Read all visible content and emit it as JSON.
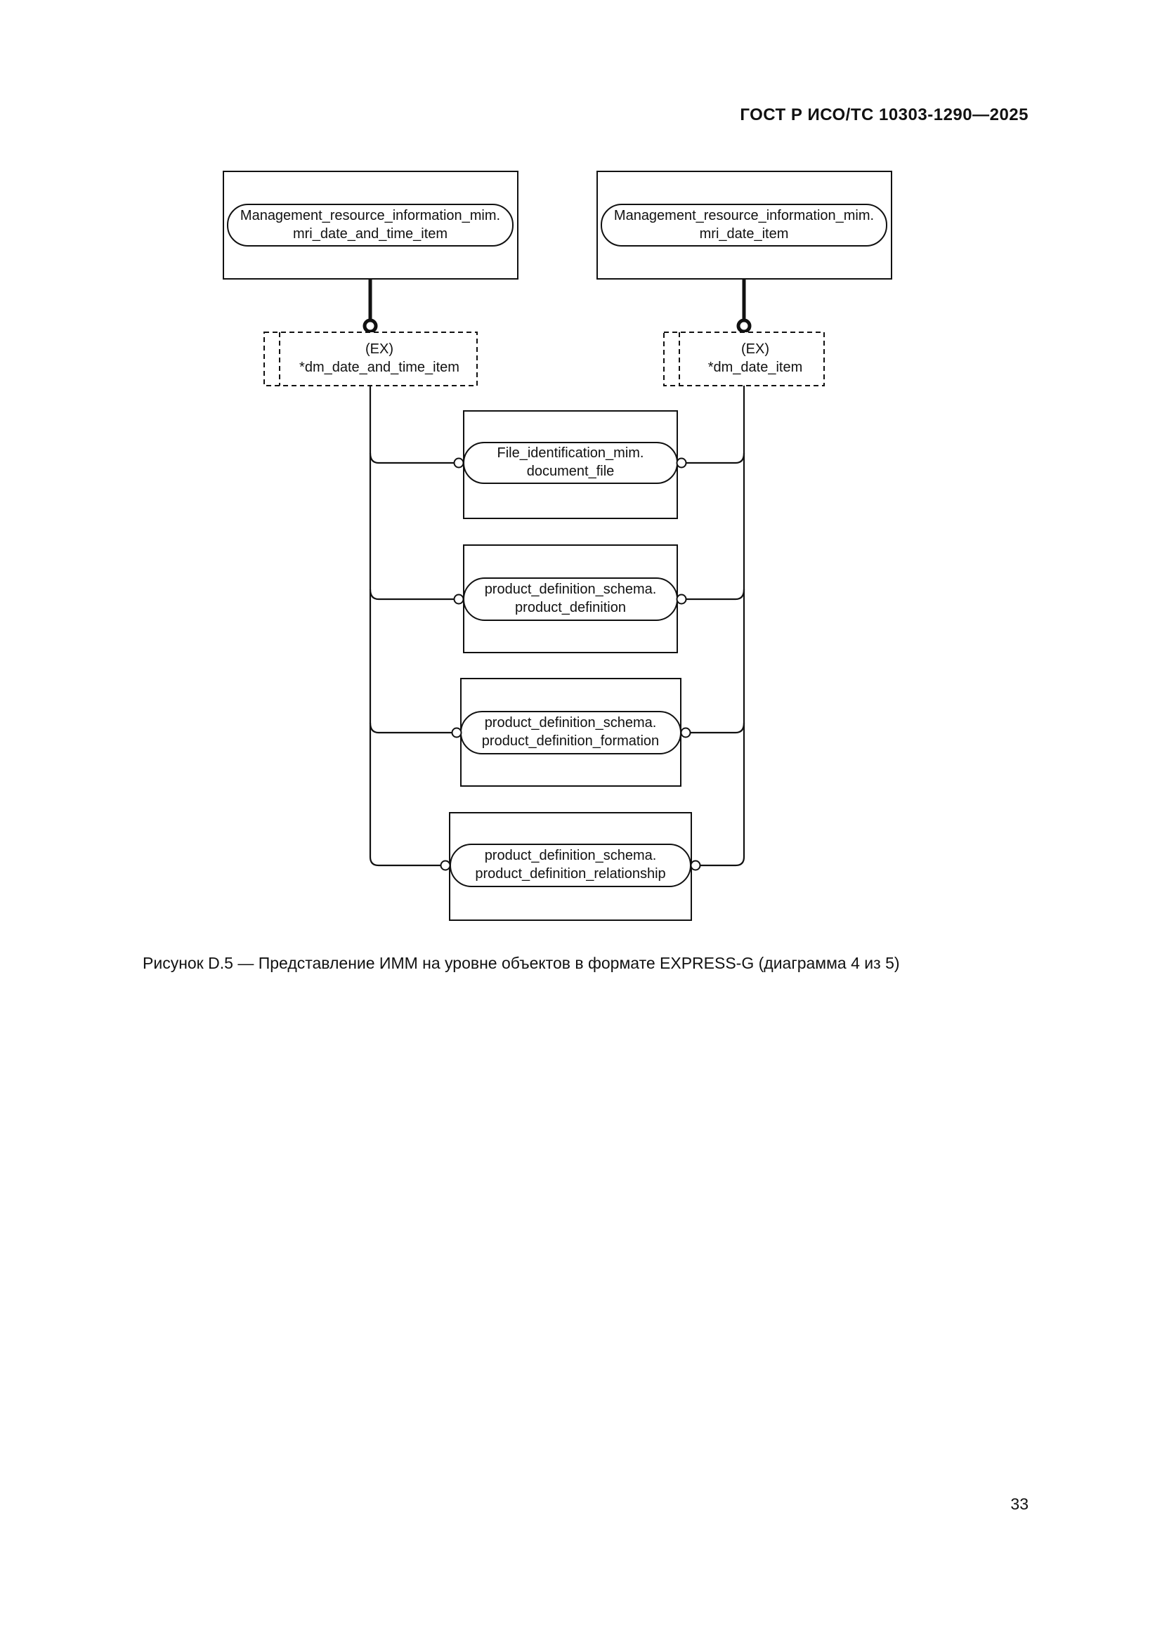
{
  "header": {
    "document_id": "ГОСТ Р ИСО/ТС 10303-1290—2025"
  },
  "diagram": {
    "top_left": {
      "line1": "Management_resource_information_mim.",
      "line2": "mri_date_and_time_item"
    },
    "top_right": {
      "line1": "Management_resource_information_mim.",
      "line2": "mri_date_item"
    },
    "select_left": {
      "tag": "(EX)",
      "name": "*dm_date_and_time_item"
    },
    "select_right": {
      "tag": "(EX)",
      "name": "*dm_date_item"
    },
    "entities": [
      {
        "line1": "File_identification_mim.",
        "line2": "document_file"
      },
      {
        "line1": "product_definition_schema.",
        "line2": "product_definition"
      },
      {
        "line1": "product_definition_schema.",
        "line2": "product_definition_formation"
      },
      {
        "line1": "product_definition_schema.",
        "line2": "product_definition_relationship"
      }
    ]
  },
  "caption": "Рисунок D.5 — Представление ИММ на уровне объектов в формате EXPRESS-G (диаграмма 4 из 5)",
  "page_number": "33"
}
